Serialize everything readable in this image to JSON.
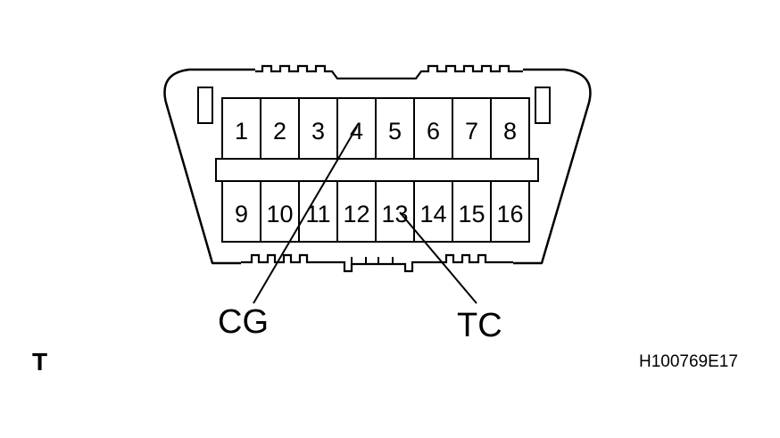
{
  "connector": {
    "top_row_pins": [
      "1",
      "2",
      "3",
      "4",
      "5",
      "6",
      "7",
      "8"
    ],
    "bottom_row_pins": [
      "9",
      "10",
      "11",
      "12",
      "13",
      "14",
      "15",
      "16"
    ]
  },
  "callouts": [
    {
      "label": "CG",
      "pin": "4"
    },
    {
      "label": "TC",
      "pin": "13"
    }
  ],
  "corner_mark": "T",
  "figure_code": "H100769E17"
}
